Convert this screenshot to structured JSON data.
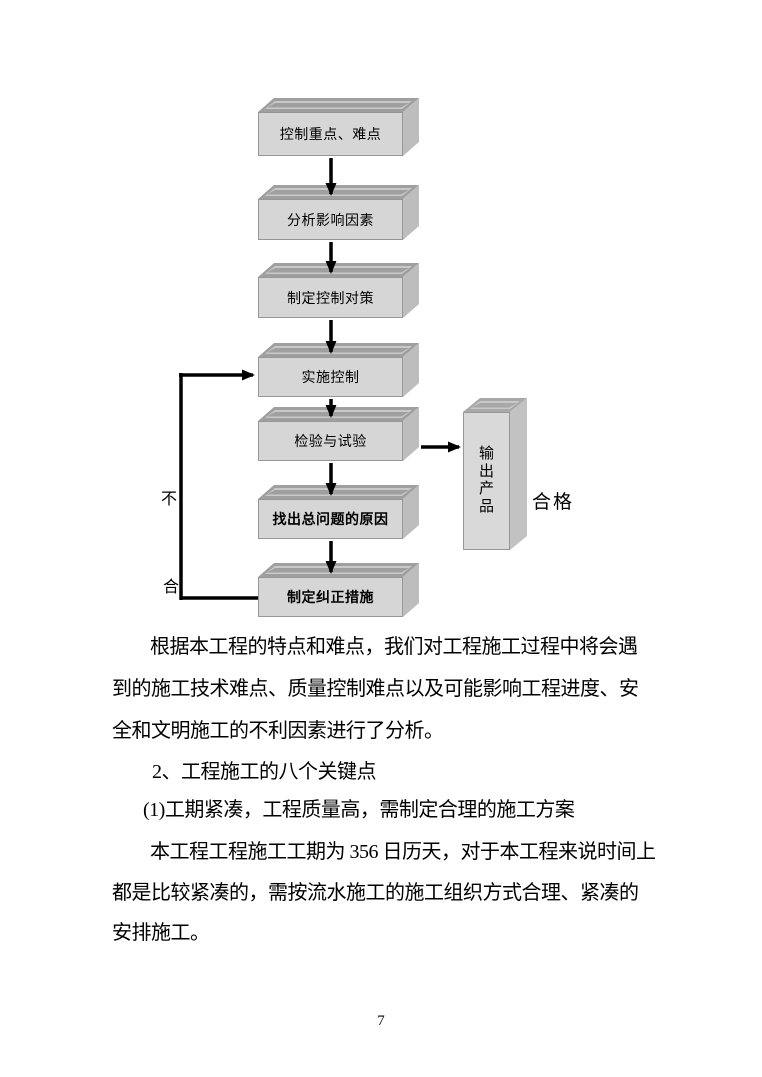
{
  "flowchart": {
    "boxes": [
      {
        "label": "控制重点、难点",
        "bold": false
      },
      {
        "label": "分析影响因素",
        "bold": false
      },
      {
        "label": "制定控制对策",
        "bold": false
      },
      {
        "label": "实施控制",
        "bold": false
      },
      {
        "label": "检验与试验",
        "bold": false
      },
      {
        "label": "找出总问题的原因",
        "bold": true
      },
      {
        "label": "制定纠正措施",
        "bold": true
      }
    ],
    "output_box": {
      "label": "输出产品"
    },
    "labels": {
      "fail_top": "不",
      "fail_bottom": "合",
      "pass": "合格"
    },
    "colors": {
      "face_front": "#d6d6d6",
      "face_top": "#9f9f9f",
      "face_side": "#bdbdbd",
      "arrow": "#000000"
    }
  },
  "body": {
    "lines": [
      {
        "text": "根据本工程的特点和难点，我们对工程施工过程中将会遇"
      },
      {
        "text": "到的施工技术难点、质量控制难点以及可能影响工程进度、安"
      },
      {
        "text": "全和文明施工的不利因素进行了分析。"
      },
      {
        "text": "2、工程施工的八个关键点"
      },
      {
        "text": "(1)工期紧凑，工程质量高，需制定合理的施工方案"
      },
      {
        "text": "本工程工程施工工期为 356 日历天，对于本工程来说时间上"
      },
      {
        "text": "都是比较紧凑的，需按流水施工的施工组织方式合理、紧凑的"
      },
      {
        "text": "安排施工。"
      }
    ]
  },
  "page": {
    "number": "7"
  }
}
